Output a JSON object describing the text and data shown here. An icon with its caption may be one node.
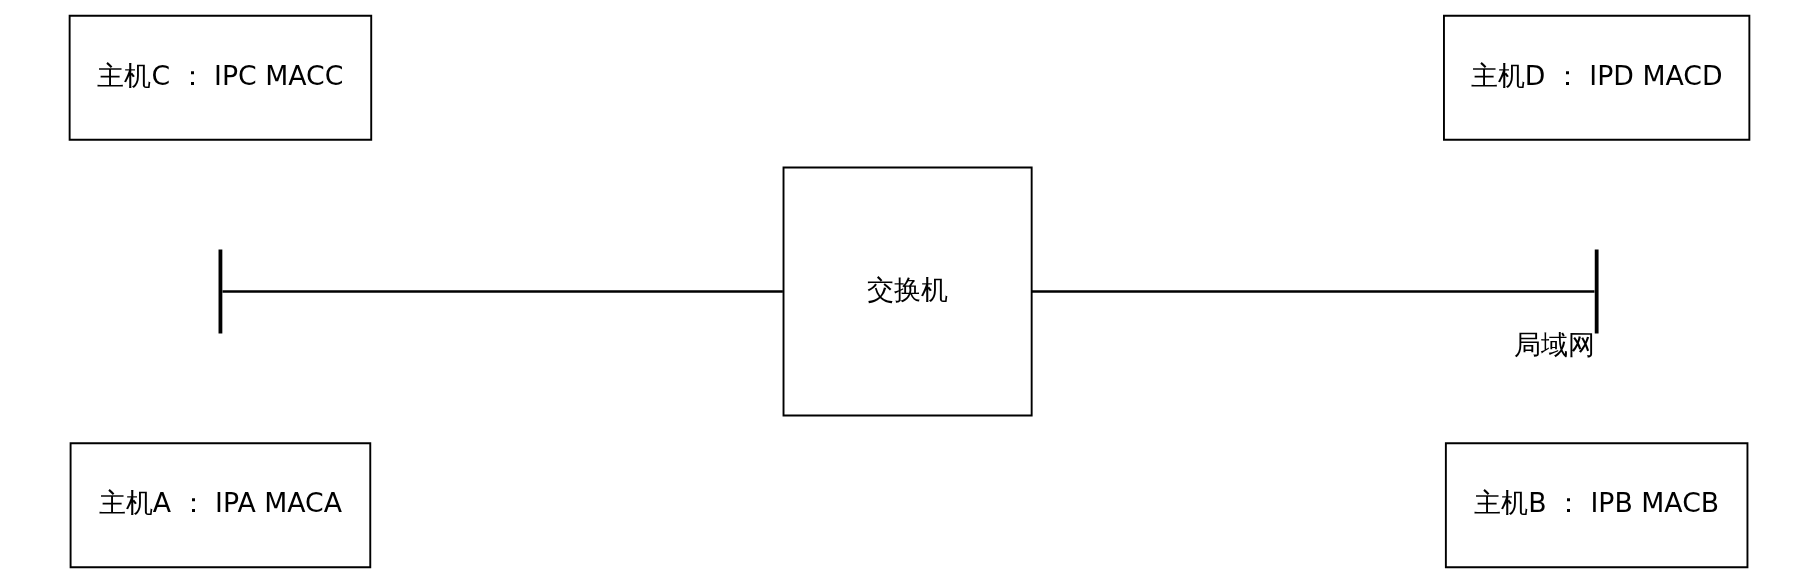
{
  "diagram": {
    "nodes": [
      {
        "text": [
          "主机A ： IPA MACA"
        ]
      },
      {
        "text": [
          "主机B ： IPB MACB"
        ]
      },
      {
        "text": [
          "交换机"
        ]
      },
      {
        "text": [],
        "shape": "bar"
      },
      {
        "text": [],
        "shape": "bar",
        "beside": [
          "局域网"
        ]
      },
      {
        "text": [
          "主机C ： IPC MACC"
        ]
      },
      {
        "text": [
          "主机D ： IPD MACD"
        ]
      }
    ],
    "edges": [
      {
        "from": 3,
        "to": 2,
        "arrow": "none"
      },
      {
        "from": 2,
        "to": 4,
        "arrow": "none"
      }
    ]
  }
}
